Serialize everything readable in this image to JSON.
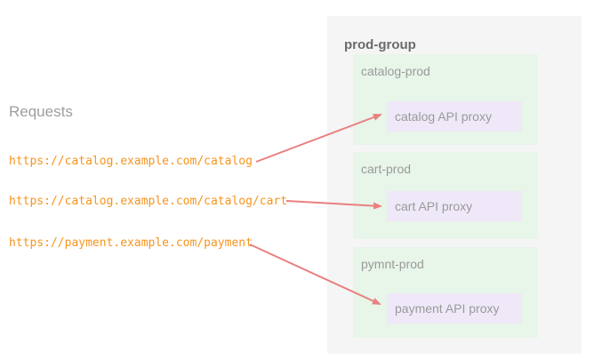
{
  "diagram": {
    "requests_label": "Requests",
    "requests": [
      {
        "url": "https://catalog.example.com/catalog"
      },
      {
        "url": "https://catalog.example.com/catalog/cart"
      },
      {
        "url": "https://payment.example.com/payment"
      }
    ],
    "group": {
      "label": "prod-group",
      "environments": [
        {
          "label": "catalog-prod",
          "proxy": "catalog API proxy"
        },
        {
          "label": "cart-prod",
          "proxy": "cart API proxy"
        },
        {
          "label": "pymnt-prod",
          "proxy": "payment API proxy"
        }
      ]
    },
    "colors": {
      "group_bg": "#f5f5f5",
      "env_bg": "#e8f5e9",
      "proxy_bg": "#efe8f8",
      "arrow": "#e98080",
      "url_text": "#f6941e",
      "heading_text": "#9e9e9e",
      "label_text": "#9a9a9a",
      "group_label_text": "#6b6b6b"
    }
  }
}
